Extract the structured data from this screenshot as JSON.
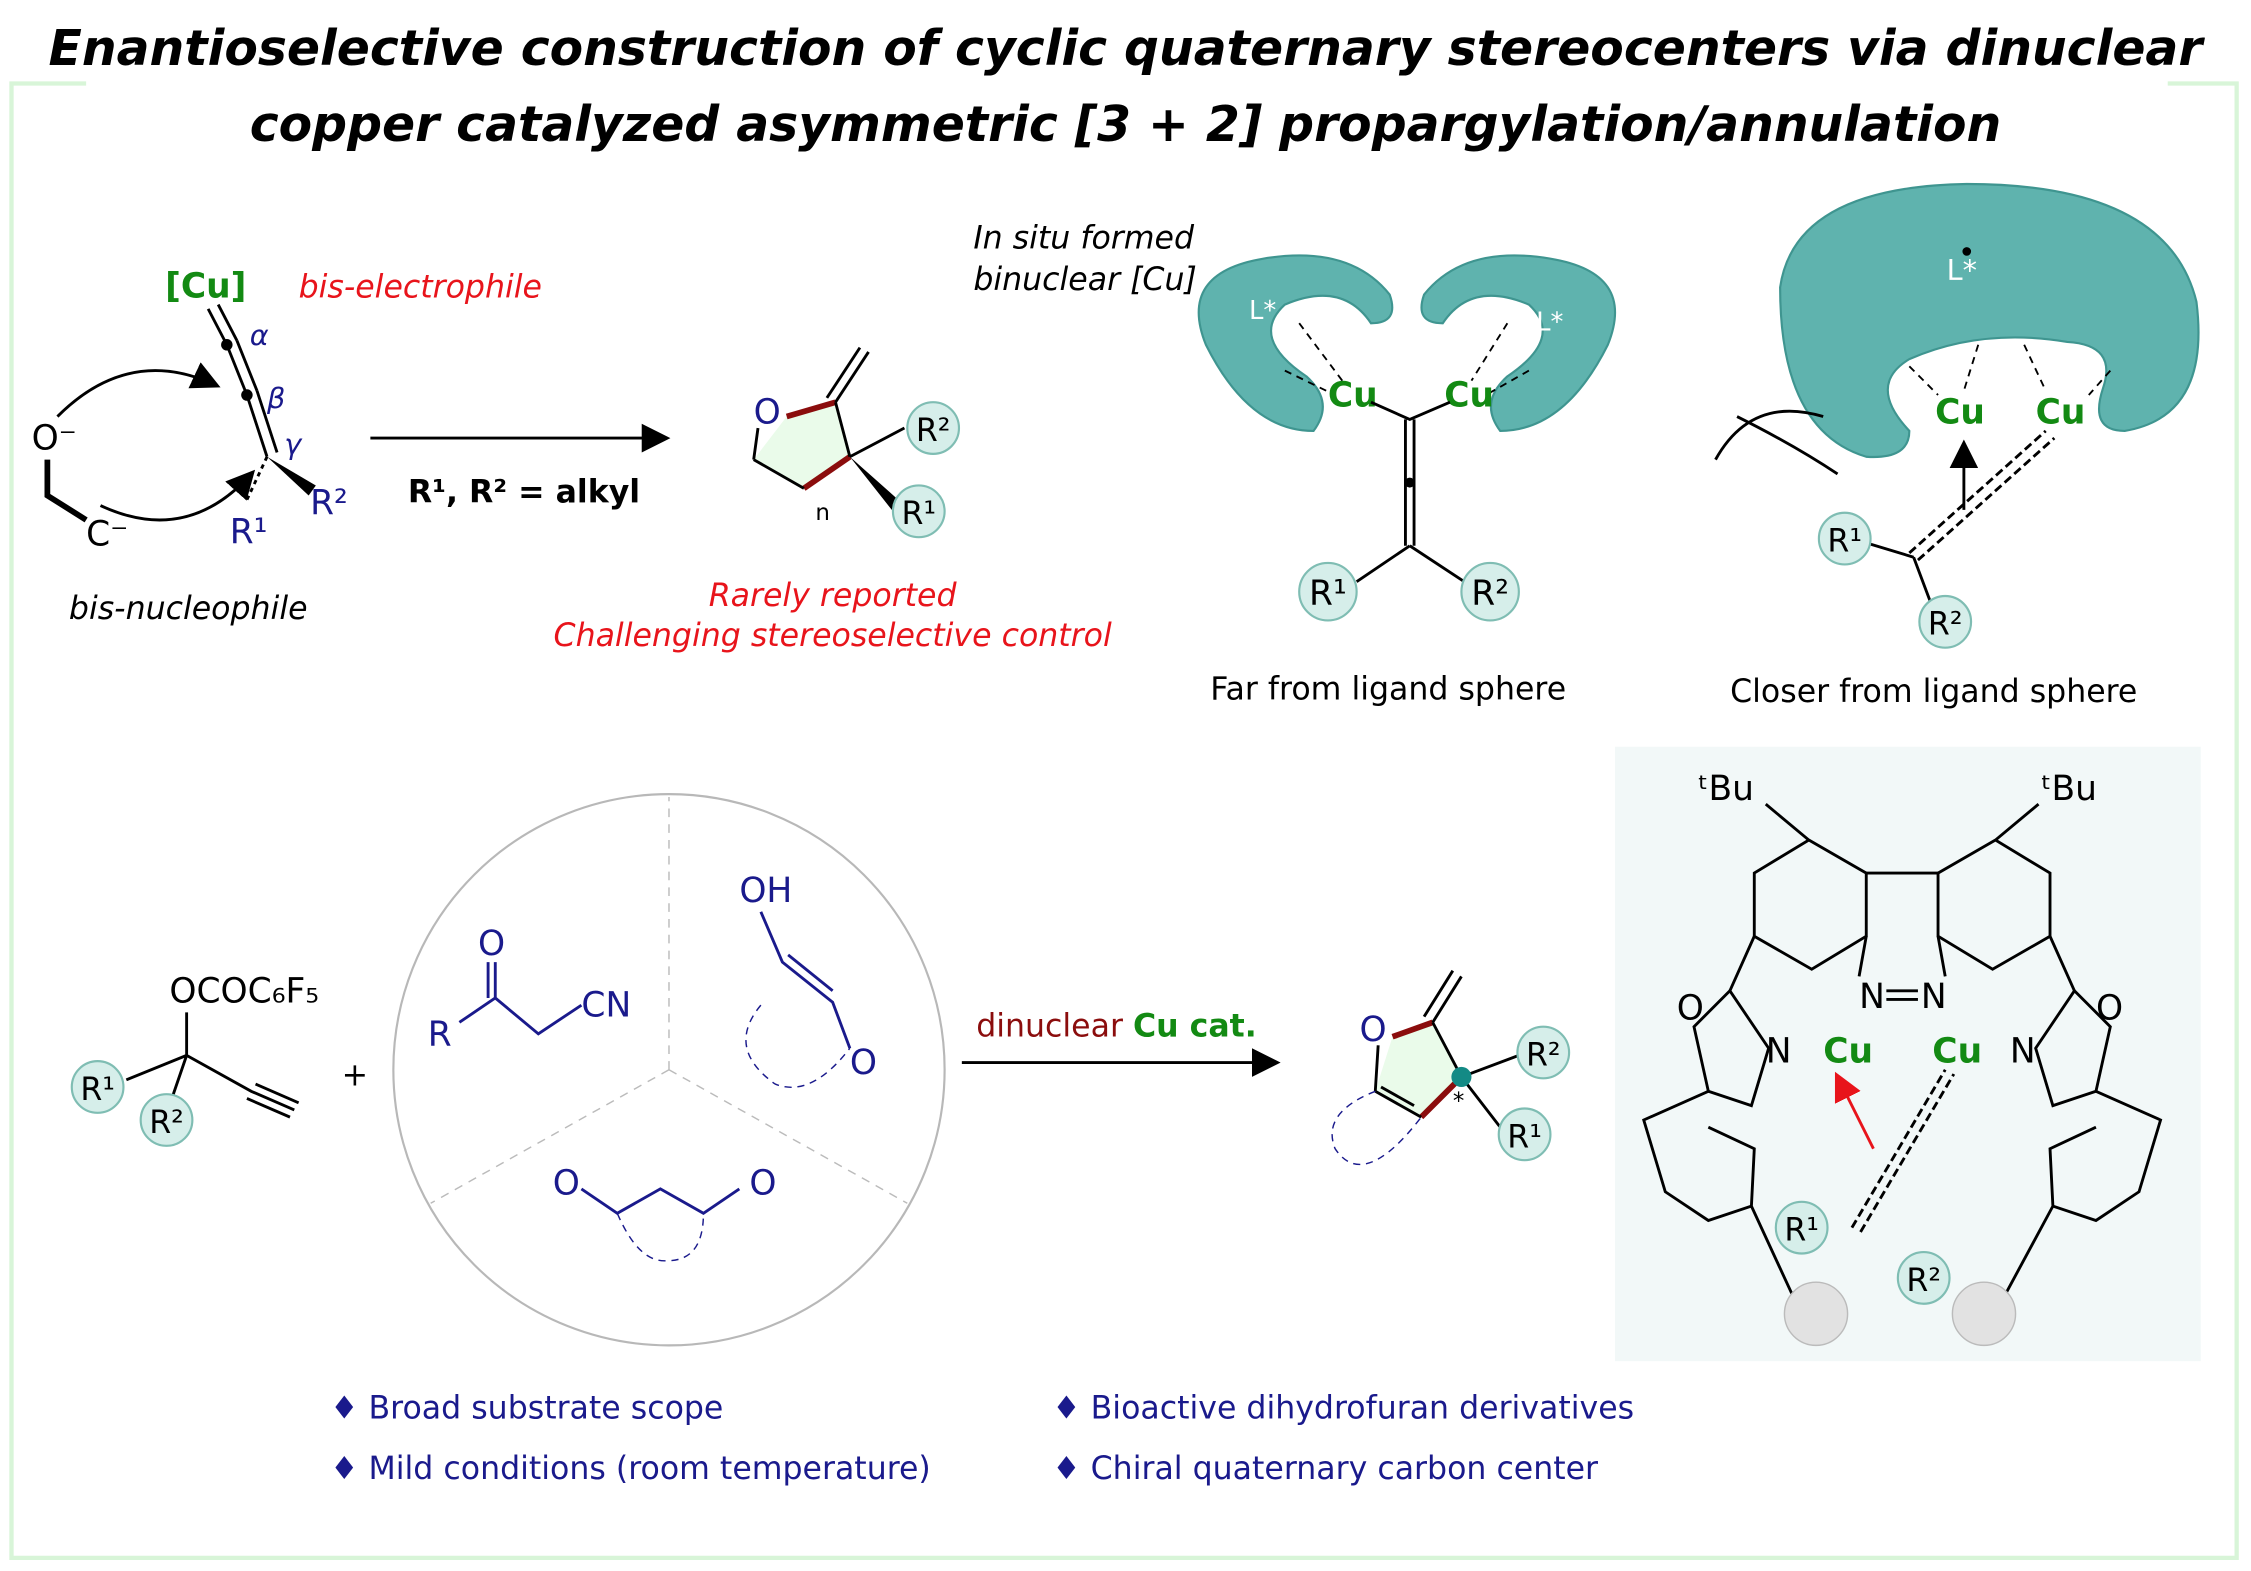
{
  "title": {
    "line1": "Enantioselective construction of cyclic quaternary stereocenters via dinuclear",
    "line2": "copper catalyzed asymmetric [3 + 2] propargylation/annulation"
  },
  "top_left": {
    "cu": "[Cu]",
    "bis_electrophile": "bis-electrophile",
    "alpha": "α",
    "beta": "β",
    "gamma": "γ",
    "o_minus": "O⁻",
    "c_minus": "C⁻",
    "r1": "R¹",
    "r2": "R²",
    "bis_nucleophile": "bis-nucleophile",
    "arrow_label": "R¹, R² = alkyl",
    "product_o": "O",
    "product_n": "n",
    "rarely": "Rarely reported",
    "challenging": "Challenging stereoselective control"
  },
  "top_right": {
    "in_situ_1": "In situ formed",
    "in_situ_2": "binuclear [Cu]",
    "ligand": "L*",
    "cu": "Cu",
    "r1": "R¹",
    "r2": "R²",
    "far": "Far from ligand sphere",
    "closer": "Closer from ligand sphere"
  },
  "bottom": {
    "reagent_group": "OCOC₆F₅",
    "r1": "R¹",
    "r2": "R²",
    "plus": "+",
    "o": "O",
    "r": "R",
    "cn": "CN",
    "oh": "OH",
    "arrow_label_1": "dinuclear ",
    "arrow_label_2": "Cu cat.",
    "star": "*",
    "tbu": "ᵗBu",
    "n": "N",
    "cu": "Cu"
  },
  "bullets": [
    "♦ Broad substrate scope",
    "♦ Mild conditions (room temperature)",
    "♦ Bioactive dihydrofuran derivatives",
    "♦  Chiral quaternary carbon center"
  ],
  "colors": {
    "teal": "#5fb3ae",
    "red": "#e8141b",
    "green": "#138a13",
    "navy": "#1a1a8c",
    "border": "#d8f5d8"
  }
}
